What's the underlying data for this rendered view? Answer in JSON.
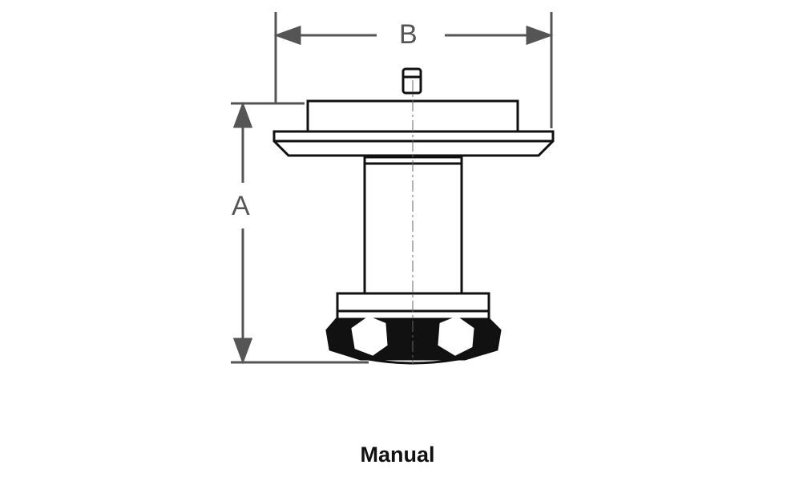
{
  "dimensions": {
    "a_label": "A",
    "b_label": "B"
  },
  "caption": "Manual",
  "colors": {
    "line": "#111111",
    "dimension": "#555555"
  }
}
